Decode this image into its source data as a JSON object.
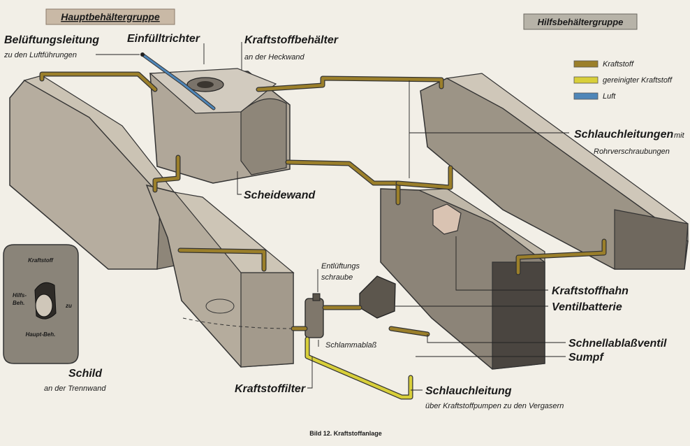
{
  "header": {
    "main_group": "Hauptbehältergruppe",
    "aux_group": "Hilfsbehältergruppe"
  },
  "legend": {
    "items": [
      {
        "label": "Kraftstoff",
        "color": "#9b7f2a"
      },
      {
        "label": "gereinigter Kraftstoff",
        "color": "#d8cf3a"
      },
      {
        "label": "Luft",
        "color": "#4f86b8"
      }
    ]
  },
  "labels": {
    "vent_line": "Belüftungsleitung",
    "vent_line_sub": "zu den Luftführungen",
    "funnel": "Einfülltrichter",
    "tank": "Kraftstoffbehälter",
    "tank_sub": "an der Heckwand",
    "hoses": "Schlauchleitungen",
    "hoses_mit": "mit",
    "hoses_sub": "Rohrverschraubungen",
    "partition": "Scheidewand",
    "vent_screw_1": "Entlüftungs",
    "vent_screw_2": "schraube",
    "sludge": "Schlammablaß",
    "fuel_tap": "Kraftstoffhahn",
    "valve_battery": "Ventilbatterie",
    "quick_drain": "Schnellablaßventil",
    "sump": "Sumpf",
    "fuel_filter": "Kraftstoffilter",
    "hose_line": "Schlauchleitung",
    "hose_line_sub": "über Kraftstoffpumpen zu den Vergasern",
    "sign": "Schild",
    "sign_sub": "an der Trennwand",
    "sign_top": "Kraftstoff",
    "sign_left_1": "Hilfs-",
    "sign_left_2": "Beh.",
    "sign_right": "zu",
    "sign_bottom": "Haupt-Beh.",
    "caption": "Bild 12.  Kraftstoffanlage"
  }
}
